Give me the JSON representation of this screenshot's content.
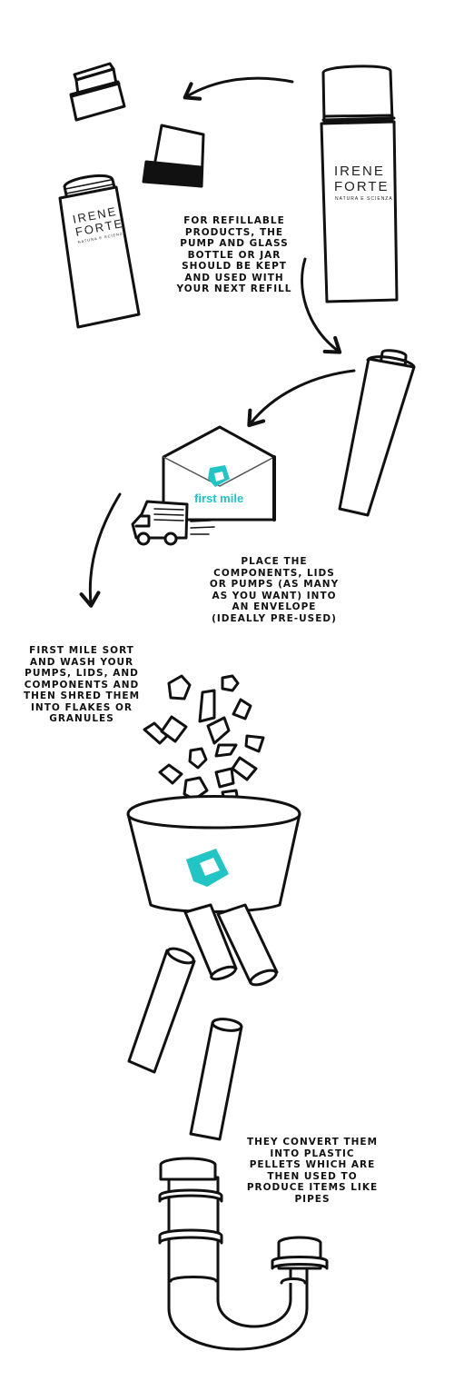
{
  "brand": {
    "name": "IRENE FORTE",
    "name_line1": "IRENE",
    "name_line2": "FORTE",
    "tagline": "NATURA E SCIENZA",
    "recycler_name": "first mile",
    "accent_color": "#22c4c4",
    "line_color": "#111111"
  },
  "steps": [
    {
      "id": "refill",
      "caption": "FOR REFILLABLE\nPRODUCTS, THE\nPUMP AND GLASS\nBOTTLE OR JAR\nSHOULD BE KEPT\nAND USED WITH\nYOUR NEXT REFILL"
    },
    {
      "id": "envelope",
      "caption": "PLACE THE\nCOMPONENTS, LIDS\nOR PUMPS (AS MANY\nAS YOU WANT) INTO\nAN ENVELOPE\n(IDEALLY PRE-USED)"
    },
    {
      "id": "sort",
      "caption": "FIRST MILE SORT\nAND WASH YOUR\nPUMPS, LIDS, AND\nCOMPONENTS AND\nTHEN SHRED THEM\nINTO FLAKES OR\nGRANULES"
    },
    {
      "id": "convert",
      "caption": "THEY CONVERT THEM\nINTO PLASTIC\nPELLETS WHICH ARE\nTHEN USED TO\nPRODUCE ITEMS LIKE\nPIPES"
    }
  ],
  "icons": {
    "jar": "cream-jar-icon",
    "lid": "lid-icon",
    "small_bottle": "small-bottle-icon",
    "large_bottle": "pump-bottle-icon",
    "refill_tube": "refill-tube-icon",
    "envelope": "envelope-icon",
    "van": "delivery-van-icon",
    "funnel": "funnel-icon",
    "pipe": "pipe-icon"
  }
}
